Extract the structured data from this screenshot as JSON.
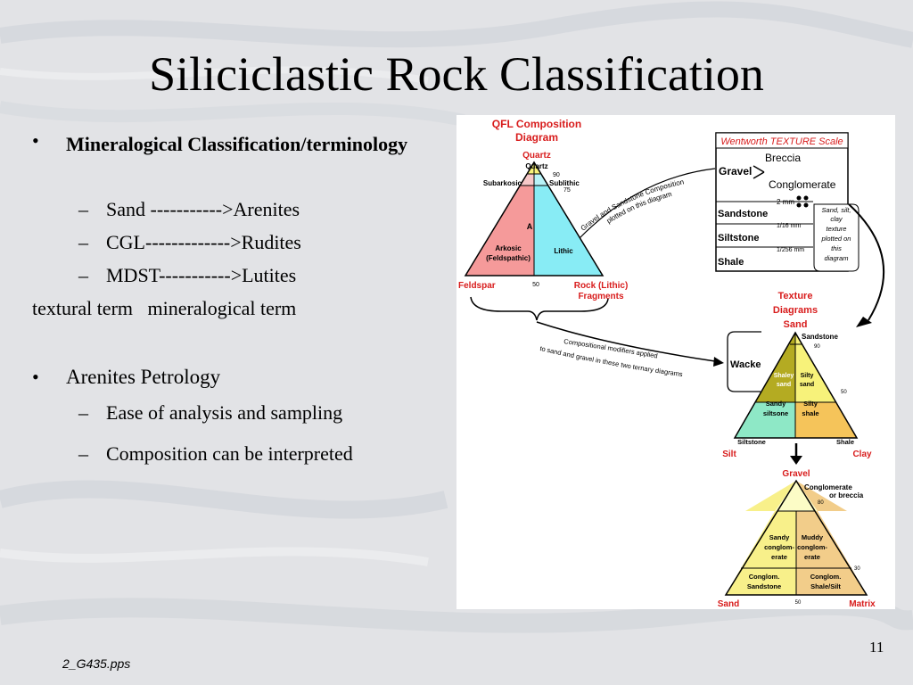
{
  "slide": {
    "title": "Siliciclastic Rock Classification",
    "bullet1": {
      "marker": "•",
      "heading": "Mineralogical Classification/terminology",
      "items": [
        {
          "dash": "–",
          "text": "Sand ----------->Arenites"
        },
        {
          "dash": "–",
          "text": "CGL------------->Rudites"
        },
        {
          "dash": "–",
          "text": "MDST----------->Lutites"
        }
      ],
      "note": "textural term   mineralogical term"
    },
    "bullet2": {
      "marker": "•",
      "heading": "Arenites Petrology",
      "items": [
        {
          "dash": "–",
          "text": "Ease of analysis and sampling"
        },
        {
          "dash": "–",
          "text": "Composition can be interpreted"
        }
      ]
    },
    "page_number": "11",
    "footer": "2_G435.pps"
  },
  "figure": {
    "colors": {
      "red": "#d81c1c",
      "pink": "#f59a9a",
      "ltpink": "#f7c8c8",
      "yellow": "#f7f27a",
      "cyan": "#88ecf5",
      "olive": "#b4ab22",
      "mint": "#8ee8c6",
      "orange": "#f5c45a",
      "lightyellow": "#f8f08a",
      "peach": "#f2cd8a"
    },
    "qfl": {
      "title_line1": "QFL Composition",
      "title_line2": "Diagram",
      "apex_top": "Quartz",
      "apex_left": "Feldspar",
      "apex_right_line1": "Rock (Lithic)",
      "apex_right_line2": "Fragments",
      "apex_label": "Quartz",
      "tick_90": "90",
      "tick_75": "75",
      "tick_50": "50",
      "subarkosic": "Subarkosic",
      "sublithic": "Sublithic",
      "a_label": "A",
      "arkosic_line1": "Arkosic",
      "arkosic_line2": "(Feldspathic)",
      "lithic": "Lithic"
    },
    "wentworth": {
      "title": "Wentworth TEXTURE Scale",
      "breccia": "Breccia",
      "gravel": "Gravel",
      "conglomerate": "Conglomerate",
      "mm2": "2 mm",
      "sandstone": "Sandstone",
      "mm16": "1/16 mm",
      "siltstone": "Siltstone",
      "mm256": "1/256 mm",
      "shale": "Shale",
      "note": [
        "Sand, silt,",
        "clay",
        "texture",
        "plotted on",
        "this",
        "diagram"
      ]
    },
    "arrow_text_1a": "Gravel and Sandstone Composition",
    "arrow_text_1b": "plotted on this diagram",
    "arrow_text_2a": "Compositional modifiers applied",
    "arrow_text_2b": "to sand and gravel in these two ternary diagrams",
    "texture_title_line1": "Texture",
    "texture_title_line2": "Diagrams",
    "sand_diagram": {
      "apex_top": "Sand",
      "sandstone": "Sandstone",
      "tick_90": "90",
      "tick_50": "50",
      "wacke": "Wacke",
      "shaley_sand": [
        "Shaley",
        "sand"
      ],
      "silty_sand": [
        "Silty",
        "sand"
      ],
      "sandy_siltsone": [
        "Sandy",
        "siltsone"
      ],
      "silty_shale": [
        "Silty",
        "shale"
      ],
      "siltstone": "Siltstone",
      "shale": "Shale",
      "apex_left": "Silt",
      "apex_right": "Clay"
    },
    "gravel_diagram": {
      "apex_top": "Gravel",
      "conglomerate": [
        "Conglomerate",
        "or breccia"
      ],
      "tick_80": "80",
      "tick_30": "30",
      "tick_50": "50",
      "sandy_conglomerate": [
        "Sandy",
        "conglom-",
        "erate"
      ],
      "muddy_conglomerate": [
        "Muddy",
        "conglom-",
        "erate"
      ],
      "conglom_sandstone": [
        "Conglom.",
        "Sandstone"
      ],
      "conglom_shale": [
        "Conglom.",
        "Shale/Silt"
      ],
      "apex_left": "Sand",
      "apex_right": "Matrix"
    }
  }
}
